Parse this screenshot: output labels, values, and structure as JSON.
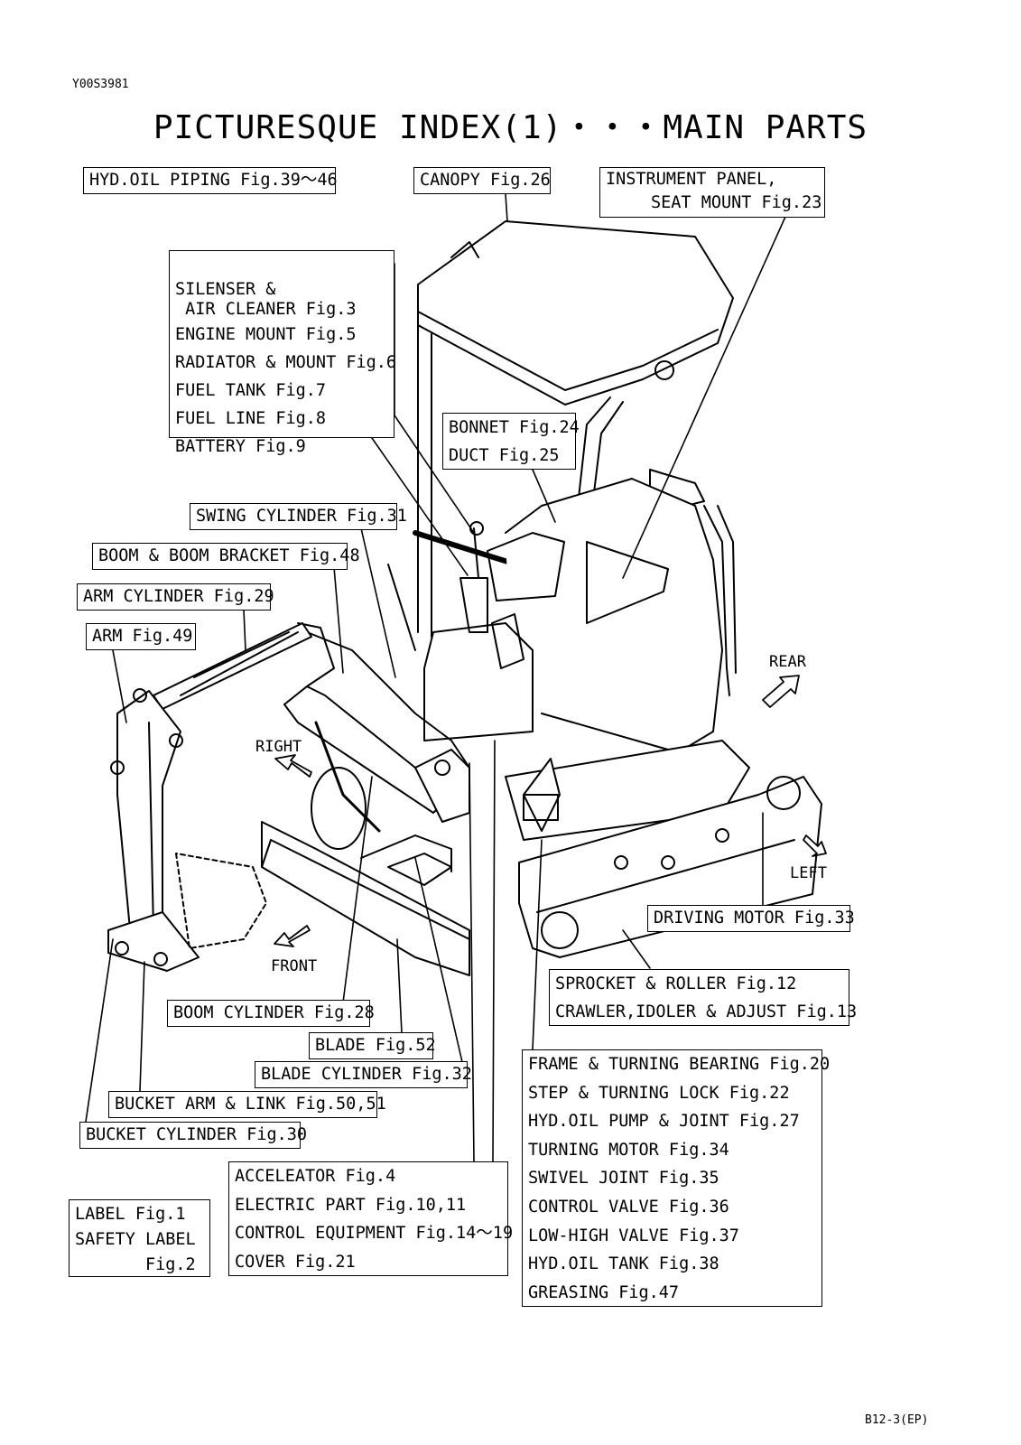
{
  "document": {
    "doc_id": "Y00S3981",
    "title": "PICTURESQUE INDEX(1)・・・MAIN PARTS",
    "page": "B12-3(EP)"
  },
  "directions": {
    "rear": "REAR",
    "right": "RIGHT",
    "left": "LEFT",
    "front": "FRONT"
  },
  "callouts": {
    "hyd_oil_piping": "HYD.OIL PIPING Fig.39～46",
    "canopy": "CANOPY Fig.26",
    "instrument_panel": [
      "INSTRUMENT PANEL,",
      "SEAT MOUNT Fig.23"
    ],
    "engine_group": [
      "SILENSER &",
      " AIR CLEANER Fig.3",
      "ENGINE MOUNT Fig.5",
      "RADIATOR & MOUNT Fig.6",
      "FUEL TANK Fig.7",
      "FUEL LINE Fig.8",
      "BATTERY Fig.9"
    ],
    "bonnet_group": [
      "BONNET Fig.24",
      "DUCT Fig.25"
    ],
    "swing_cylinder": "SWING CYLINDER Fig.31",
    "boom_bracket": "BOOM & BOOM BRACKET Fig.48",
    "arm_cylinder": "ARM CYLINDER Fig.29",
    "arm": "ARM Fig.49",
    "driving_motor": "DRIVING MOTOR Fig.33",
    "sprocket_group": [
      "SPROCKET & ROLLER Fig.12",
      "CRAWLER,IDOLER & ADJUST Fig.13"
    ],
    "boom_cylinder": "BOOM CYLINDER Fig.28",
    "blade": "BLADE Fig.52",
    "blade_cylinder": "BLADE CYLINDER Fig.32",
    "bucket_arm": "BUCKET ARM & LINK Fig.50,51",
    "bucket_cylinder": "BUCKET CYLINDER Fig.30",
    "frame_group": [
      "FRAME & TURNING BEARING Fig.20",
      "STEP & TURNING LOCK Fig.22",
      "HYD.OIL PUMP & JOINT Fig.27",
      "TURNING MOTOR Fig.34",
      "SWIVEL JOINT Fig.35",
      "CONTROL VALVE Fig.36",
      "LOW-HIGH VALVE Fig.37",
      "HYD.OIL TANK Fig.38",
      "GREASING Fig.47"
    ],
    "accelerator_group": [
      "ACCELEATOR Fig.4",
      "ELECTRIC PART Fig.10,11",
      "CONTROL EQUIPMENT Fig.14～19",
      "COVER Fig.21"
    ],
    "label_group": [
      "LABEL Fig.1",
      "SAFETY LABEL",
      "       Fig.2"
    ]
  }
}
